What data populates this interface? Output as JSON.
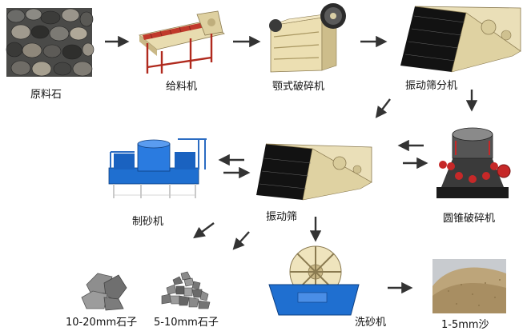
{
  "nodes": {
    "raw_stone": "原料石",
    "feeder": "给料机",
    "jaw_crusher": "颚式破碎机",
    "vibrating_screen_1": "振动筛分机",
    "sand_maker": "制砂机",
    "vibrating_screen_2": "振动筛",
    "cone_crusher": "圆锥破碎机",
    "stone_10_20": "10-20mm石子",
    "stone_5_10": "5-10mm石子",
    "sand_washer": "洗砂机",
    "sand_1_5": "1-5mm沙"
  },
  "colors": {
    "arrow": "#333333",
    "machine_cream": "#e8dcb0",
    "machine_blue": "#1f6fd0",
    "machine_red": "#c62828",
    "screen_black": "#111111",
    "stone_grey": "#7a7a7a"
  }
}
